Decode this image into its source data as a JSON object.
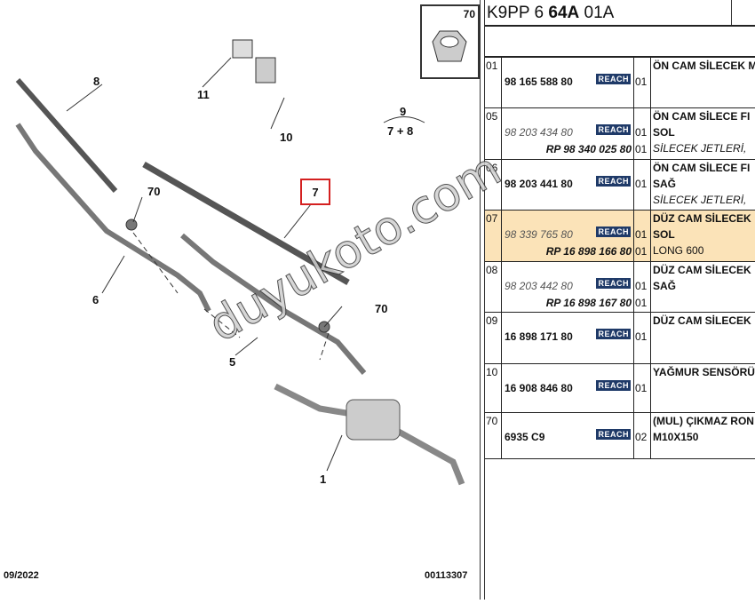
{
  "diagram": {
    "labels": {
      "l8": "8",
      "l11": "11",
      "l10": "10",
      "l9": "9",
      "l78": "7 + 8",
      "l70a": "70",
      "l7": "7",
      "l6": "6",
      "l70b": "70",
      "l5": "5",
      "l1": "1"
    },
    "thumb_label": "70",
    "date": "09/2022",
    "ref": "00113307",
    "watermark": "duyukoto.com"
  },
  "panel": {
    "header_normal1": "K9PP 6 ",
    "header_bold": "64A",
    "header_normal2": " 01A",
    "rows": [
      {
        "idx": "01",
        "pn": "98 165 588 80",
        "pn_style": "bold",
        "reach": "REACH",
        "qty": "01",
        "desc": [
          "ÖN CAM SİLECEK M",
          "",
          ""
        ]
      },
      {
        "idx": "05",
        "pn": "98 203 434 80",
        "pn_style": "italic",
        "rp": "RP 98 340 025 80",
        "reach": "REACH",
        "qty": "01",
        "qty2": "01",
        "desc": [
          "ÖN CAM SİLECE FI",
          "SOL",
          "SİLECEK JETLERİ,"
        ]
      },
      {
        "idx": "06",
        "pn": "98 203 441 80",
        "pn_style": "bold",
        "reach": "REACH",
        "qty": "01",
        "desc": [
          "ÖN CAM SİLECE FI",
          "SAĞ",
          "SİLECEK JETLERİ,"
        ]
      },
      {
        "idx": "07",
        "pn": "98 339 765 80",
        "pn_style": "italic",
        "rp": "RP 16 898 166 80",
        "reach": "REACH",
        "qty": "01",
        "qty2": "01",
        "desc": [
          "DÜZ CAM SİLECEK",
          "SOL",
          "LONG 600"
        ],
        "highlighted": true
      },
      {
        "idx": "08",
        "pn": "98 203 442 80",
        "pn_style": "italic",
        "rp": "RP 16 898 167 80",
        "reach": "REACH",
        "qty": "01",
        "qty2": "01",
        "desc": [
          "DÜZ CAM SİLECEK",
          "SAĞ",
          ""
        ]
      },
      {
        "idx": "09",
        "pn": "16 898 171 80",
        "pn_style": "bold",
        "reach": "REACH",
        "qty": "01",
        "desc": [
          "DÜZ CAM SİLECEK",
          "",
          ""
        ]
      },
      {
        "idx": "10",
        "pn": "16 908 846 80",
        "pn_style": "bold",
        "reach": "REACH",
        "qty": "01",
        "desc": [
          "YAĞMUR SENSÖRÜ",
          "",
          ""
        ]
      },
      {
        "idx": "70",
        "pn": "6935 C9",
        "pn_style": "bold",
        "reach": "REACH",
        "qty": "02",
        "desc": [
          "(MUL) ÇIKMAZ RON",
          "M10X150",
          ""
        ]
      }
    ]
  },
  "colors": {
    "highlight": "#fbe3b8",
    "reach_badge": "#1f3a68",
    "callout": "#d42020"
  }
}
